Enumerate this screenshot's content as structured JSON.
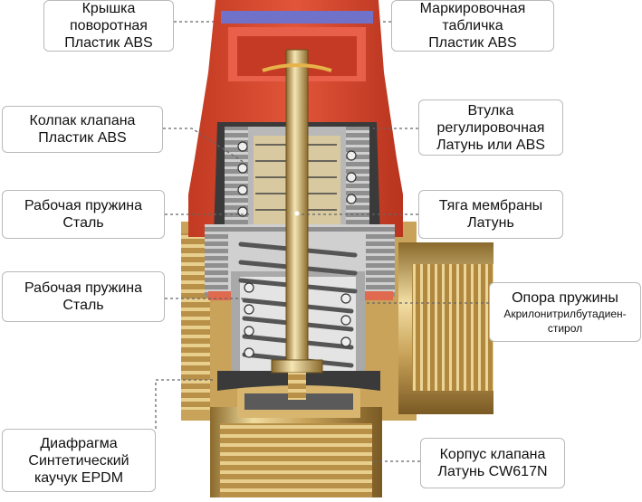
{
  "labels": {
    "cap": [
      "Крышка",
      "поворотная",
      "Пластик ABS"
    ],
    "marking": [
      "Маркировочная",
      "табличка",
      "Пластик ABS"
    ],
    "hood": [
      "Колпак клапана",
      "Пластик ABS"
    ],
    "sleeve": [
      "Втулка",
      "регулировочная",
      "Латунь или ABS"
    ],
    "spring1": [
      "Рабочая пружина",
      "Сталь"
    ],
    "rod": [
      "Тяга мембраны",
      "Латунь"
    ],
    "spring2": [
      "Рабочая пружина",
      "Сталь"
    ],
    "support": [
      "Опора пружины",
      "Акрилонитрилбутадиен-",
      "стирол"
    ],
    "diaphragm": [
      "Диафрагма",
      "Синтетический",
      "каучук EPDM"
    ],
    "body": [
      "Корпус клапана",
      "Латунь CW617N"
    ]
  },
  "colors": {
    "red_plastic": "#d9462b",
    "red_dark": "#a8321c",
    "blue_plate": "#6f72c8",
    "brass": "#c9a35a",
    "brass_light": "#f0dca0",
    "brass_dark": "#8a6a2c",
    "steel": "#9aa0a4",
    "grey_sleeve": "#b8b8b8",
    "thread": "#9a7a3a"
  }
}
